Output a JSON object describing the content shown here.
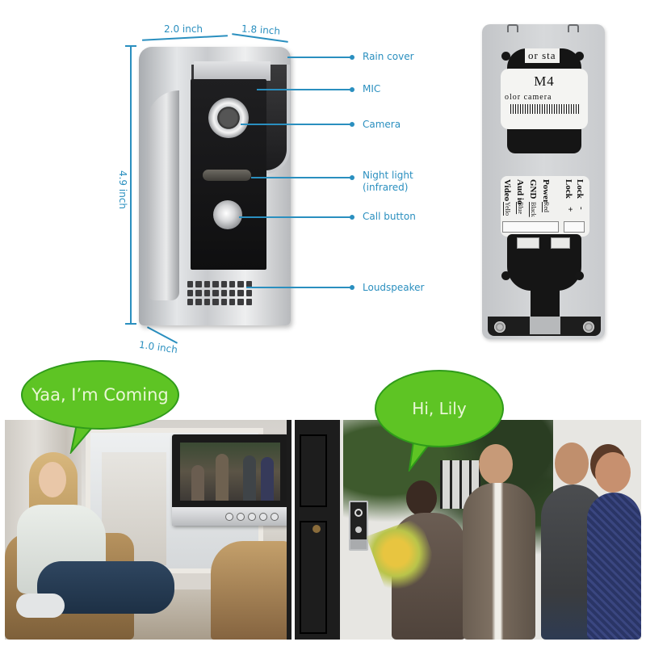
{
  "dimensions": {
    "width": "2.0 inch",
    "depth_top": "1.8 inch",
    "height": "4.9 inch",
    "depth_bottom": "1.0 inch"
  },
  "callouts": [
    {
      "label": "Rain cover"
    },
    {
      "label": "MIC"
    },
    {
      "label": "Camera"
    },
    {
      "label": "Night light",
      "label2": "(infrared)"
    },
    {
      "label": "Call button"
    },
    {
      "label": "Loudspeaker"
    }
  ],
  "back_plate": {
    "label_top": "or sta",
    "model": "M4",
    "subtitle": "olor camera",
    "wires": [
      {
        "name": "Video",
        "color": "Yello"
      },
      {
        "name": "Aud io",
        "color": "Blue"
      },
      {
        "name": "GND",
        "color": "Black"
      },
      {
        "name": "Power",
        "color": "Red"
      }
    ],
    "lock": [
      {
        "name": "Lock",
        "sign": "+"
      },
      {
        "name": "Lock",
        "sign": "-"
      }
    ]
  },
  "scenes": {
    "indoor": {
      "speech": "Yaa, I’m Coming"
    },
    "outdoor": {
      "speech": "Hi, Lily"
    }
  },
  "colors": {
    "annotation_blue": "#2a8fbf",
    "bubble_green": "#5ec424",
    "bubble_border": "#2f9b1a",
    "bubble_text": "#e9f7d6"
  }
}
